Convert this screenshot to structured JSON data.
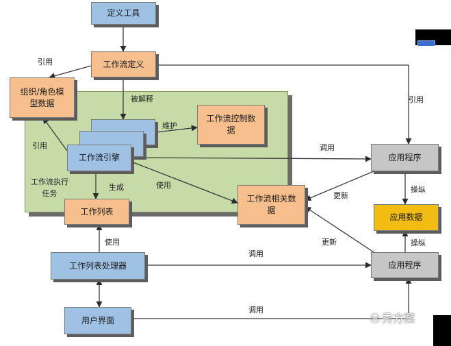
{
  "nodes": {
    "define_tool": "定义工具",
    "workflow_def": "工作流定义",
    "org_role_model": "组织/角色模\n型数据",
    "workflow_control_data": "工作流控制数\n据",
    "workflow_engine": "工作流引擎",
    "work_list": "工作列表",
    "workflow_related_data": "工作流相关数\n据",
    "app_program_top": "应用程序",
    "app_data": "应用数据",
    "app_program_bottom": "应用程序",
    "work_list_handler": "工作列表处理器",
    "user_interface": "用户界面"
  },
  "edge_labels": {
    "ref_top": "引用",
    "interpreted": "被解释",
    "maintain": "维护",
    "ref_right": "引用",
    "ref_left": "引用",
    "call_mid": "调用",
    "exec_task": "工作流执行\n任务",
    "generate": "生成",
    "use_mid": "使用",
    "update_1": "更新",
    "operate_1": "操纵",
    "update_2": "更新",
    "use_bottom": "使用",
    "call_lower": "调用",
    "operate_2": "操纵",
    "call_bottom": "调用"
  },
  "watermark": "秀方案",
  "colors": {
    "blue_box": "#9fc1e3",
    "orange_box": "#f7bf8e",
    "gray_box": "#c6c6c6",
    "yellow_box": "#f2bc12",
    "green_region": "#c7dba9"
  }
}
